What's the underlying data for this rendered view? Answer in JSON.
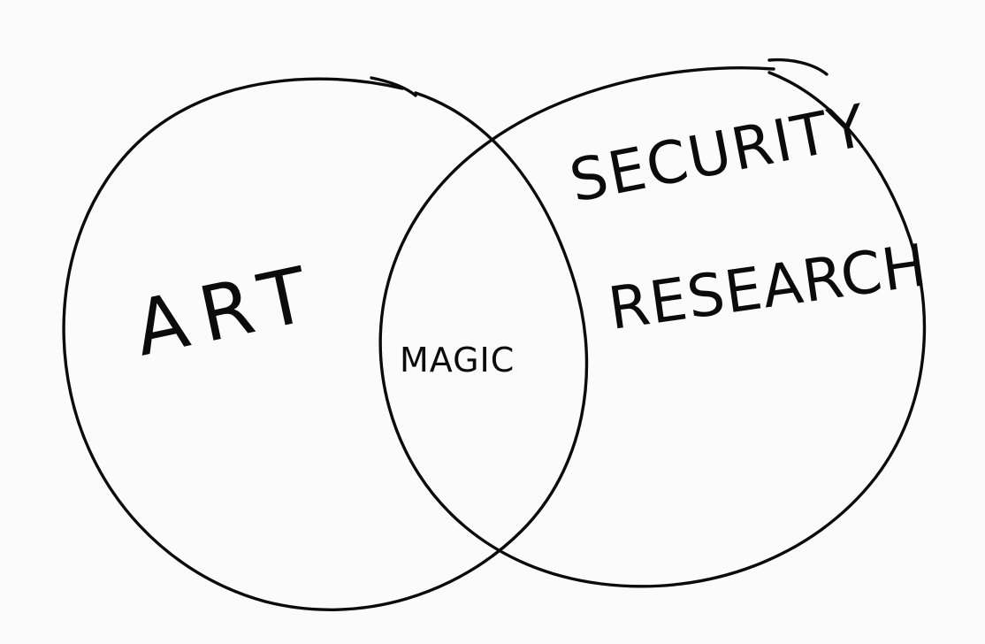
{
  "venn": {
    "left_set": "ART",
    "right_set_line1": "SECURITY",
    "right_set_line2": "RESEARCH",
    "intersection": "MAGIC"
  },
  "colors": {
    "ink": "#0b0b0b",
    "paper": "#fbfbfb"
  }
}
